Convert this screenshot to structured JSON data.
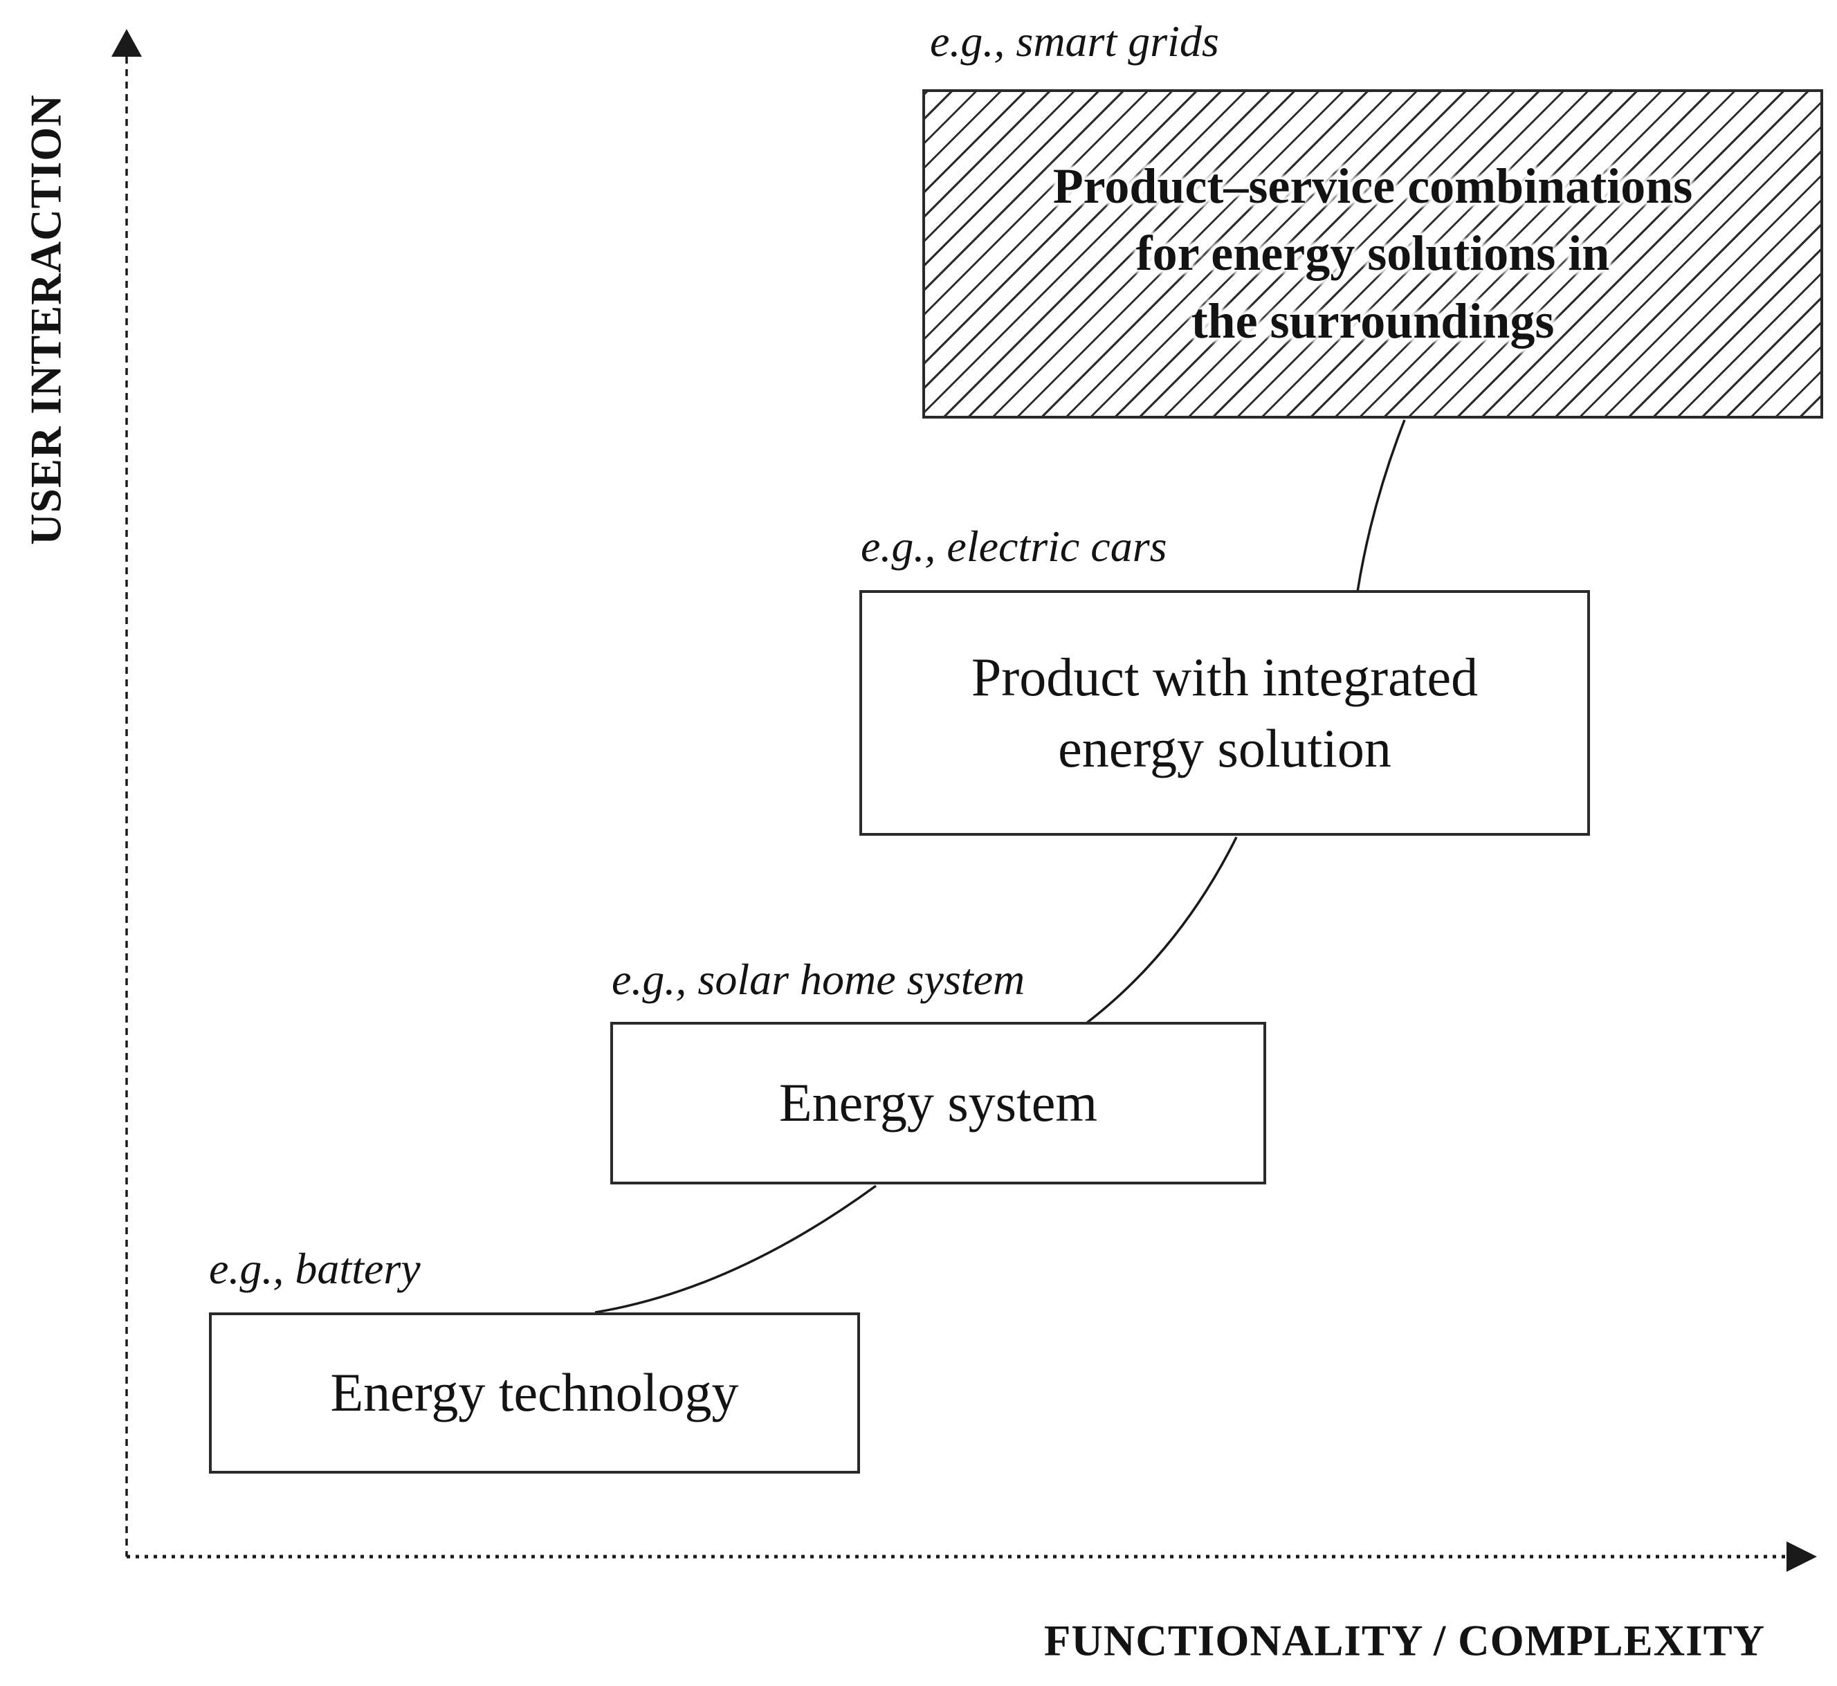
{
  "figure": {
    "type": "conceptual-diagram",
    "background_color": "#ffffff",
    "ink_color": "#131313",
    "border_color": "#2a2a2a"
  },
  "y_axis": {
    "label": "USER INTERACTION"
  },
  "x_axis": {
    "label": "FUNCTIONALITY / COMPLEXITY"
  },
  "boxes": [
    {
      "id": "energy-technology",
      "example": "e.g., battery",
      "lines": [
        "Energy technology"
      ],
      "hatched": false
    },
    {
      "id": "energy-system",
      "example": "e.g., solar home system",
      "lines": [
        "Energy system"
      ],
      "hatched": false
    },
    {
      "id": "product-with-integrated-energy-solution",
      "example": "e.g., electric cars",
      "lines": [
        "Product with integrated",
        "energy solution"
      ],
      "hatched": false
    },
    {
      "id": "product-service-combinations",
      "example": "e.g., smart grids",
      "lines": [
        "Product–service combinations",
        "for energy solutions in",
        "the surroundings"
      ],
      "hatched": true
    }
  ]
}
